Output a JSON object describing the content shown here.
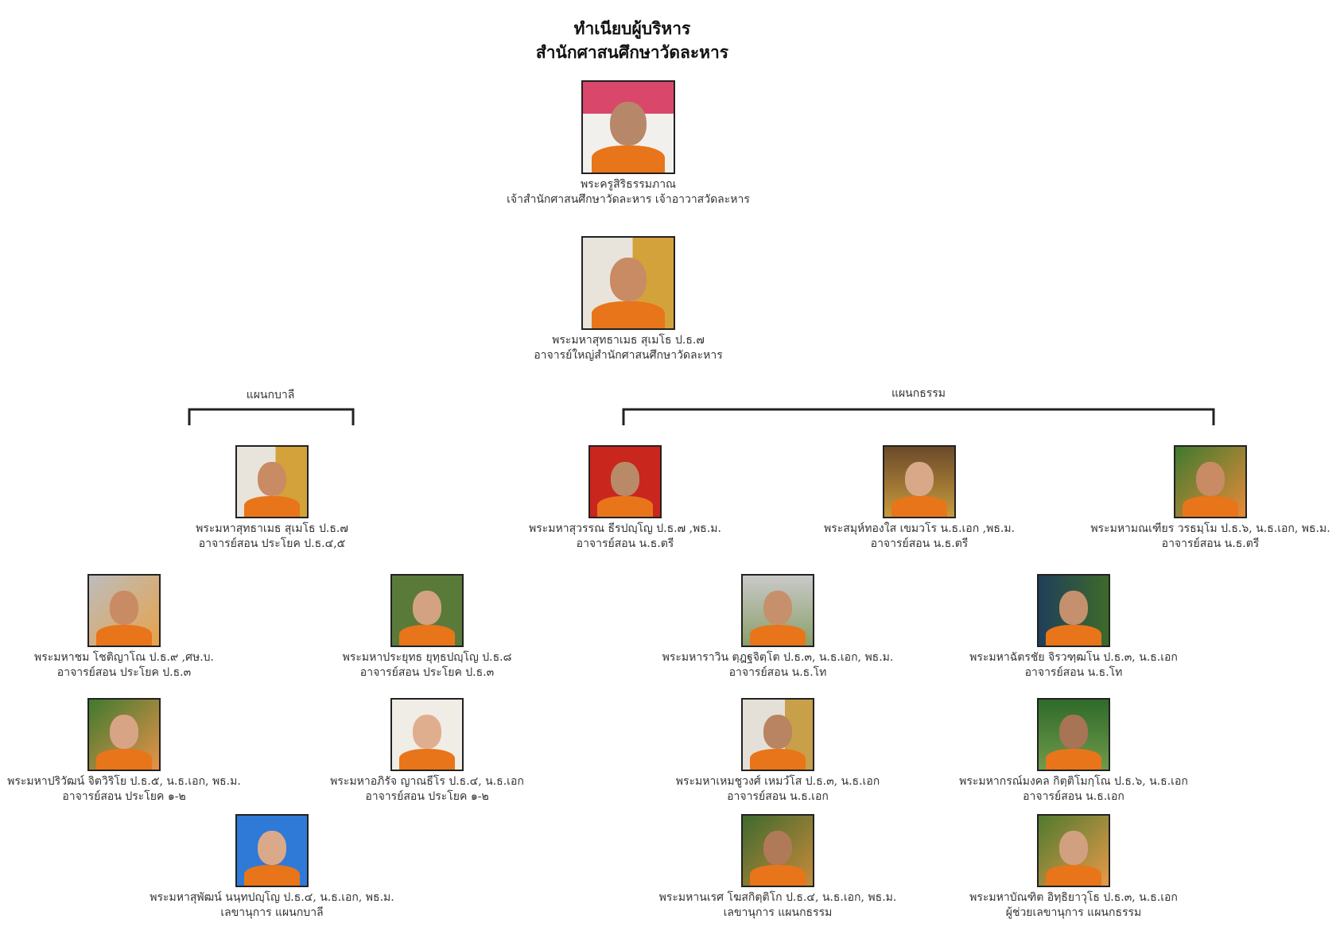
{
  "header": {
    "title_line1": "ทำเนียบผู้บริหาร",
    "title_line2": "สำนักศาสนศึกษาวัดละหาร"
  },
  "departments": {
    "pali": "แผนกบาลี",
    "dhamma": "แผนกธรรม"
  },
  "people": {
    "abbot": {
      "name": "พระครูสิริธรรมภาณ",
      "role": "เจ้าสำนักศาสนศึกษาวัดละหาร เจ้าอาวาสวัดละหาร"
    },
    "principal": {
      "name": "พระมหาสุทธาเมธ สุเมโธ ป.ธ.๗",
      "role": "อาจารย์ใหญ่สำนักศาสนศึกษาวัดละหาร"
    },
    "pali_head": {
      "name": "พระมหาสุทธาเมธ สุเมโธ ป.ธ.๗",
      "role": "อาจารย์สอน ประโยค ป.ธ.๔,๕"
    },
    "dh_head1": {
      "name": "พระมหาสุวรรณ ธีรปญฺโญ ป.ธ.๗ ,พธ.ม.",
      "role": "อาจารย์สอน น.ธ.ตรี"
    },
    "dh_head2": {
      "name": "พระสมุห์ทองใส   เขมวโร น.ธ.เอก ,พธ.ม.",
      "role": "อาจารย์สอน น.ธ.ตรี"
    },
    "dh_head3": {
      "name": "พระมหามณเฑียร วรธมฺโม ป.ธ.๖, น.ธ.เอก, พธ.ม.",
      "role": "อาจารย์สอน น.ธ.ตรี"
    },
    "p1": {
      "name": "พระมหาชม โชติญาโณ ป.ธ.๙ ,ศษ.บ.",
      "role": "อาจารย์สอน ประโยค ป.ธ.๓"
    },
    "p2": {
      "name": "พระมหาประยุทธ ยุทฺธปญฺโญ ป.ธ.๘",
      "role": "อาจารย์สอน ประโยค ป.ธ.๓"
    },
    "d1": {
      "name": "พระมหาราวิน ตฺฎฐจิตฺโต ป.ธ.๓, น.ธ.เอก, พธ.ม.",
      "role": "อาจารย์สอน น.ธ.โท"
    },
    "d2": {
      "name": "พระมหาฉัตรชัย จิรวฑฺฒโน ป.ธ.๓, น.ธ.เอก",
      "role": "อาจารย์สอน น.ธ.โท"
    },
    "p3": {
      "name": "พระมหาปริวัฒน์ จิตวิริโย ป.ธ.๕, น.ธ.เอก, พธ.ม.",
      "role": "อาจารย์สอน ประโยค ๑-๒"
    },
    "p4": {
      "name": "พระมหาอภิรัจ ญาณธีโร ป.ธ.๔, น.ธ.เอก",
      "role": "อาจารย์สอน ประโยค ๑-๒"
    },
    "d3": {
      "name": "พระมหาเหมชูวงศ์ เหมวํโส ป.ธ.๓, น.ธ.เอก",
      "role": "อาจารย์สอน น.ธ.เอก"
    },
    "d4": {
      "name": "พระมหากรณ์มงคล กิตฺติโมกฺโณ ป.ธ.๖, น.ธ.เอก",
      "role": "อาจารย์สอน น.ธ.เอก"
    },
    "p5": {
      "name": "พระมหาสุพัฒน์ นนฺทปญฺโญ ป.ธ.๔, น.ธ.เอก, พธ.ม.",
      "role": "เลขานุการ แผนกบาลี"
    },
    "d5": {
      "name": "พระมหานเรศ โฆสกิตฺติโก ป.ธ.๔, น.ธ.เอก, พธ.ม.",
      "role": "เลขานุการ แผนกธรรม"
    },
    "d6": {
      "name": "พระมหาบัณฑิต อิทฺธิยาวุโธ ป.ธ.๓, น.ธ.เอก",
      "role": "ผู้ช่วยเลขานุการ แผนกธรรม"
    }
  },
  "colors": {
    "robe": "#e8751a",
    "line": "#222222"
  }
}
